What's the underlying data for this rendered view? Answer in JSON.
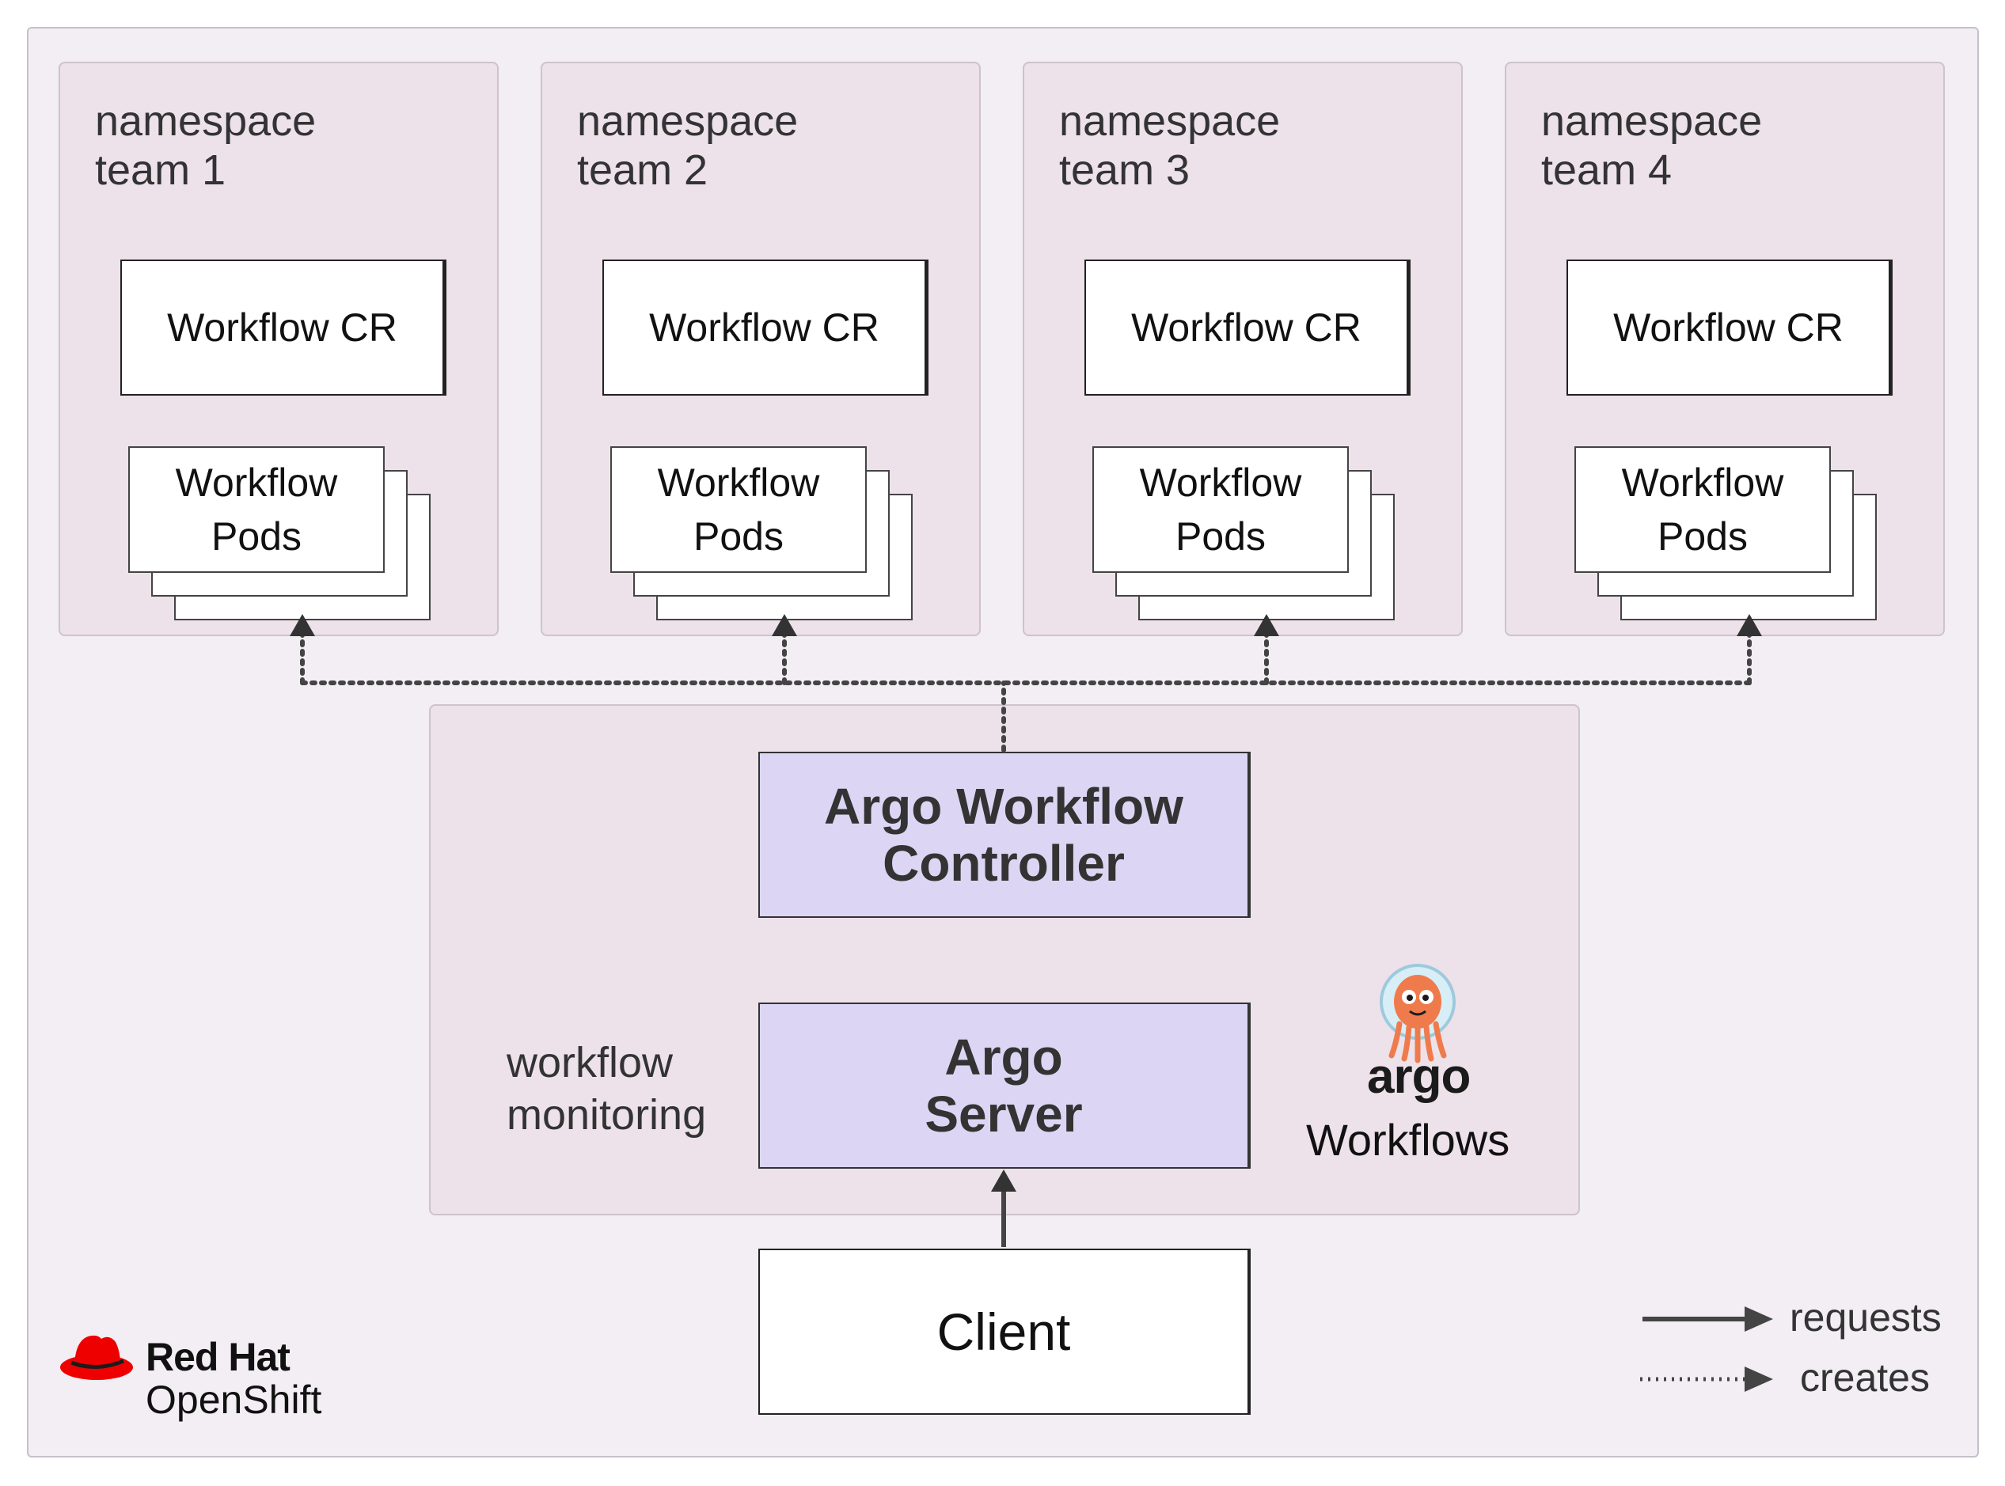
{
  "namespaces": [
    {
      "title_line1": "namespace",
      "title_line2": "team 1",
      "workflow_cr": "Workflow CR",
      "pods_line1": "Workflow",
      "pods_line2": "Pods"
    },
    {
      "title_line1": "namespace",
      "title_line2": "team 2",
      "workflow_cr": "Workflow CR",
      "pods_line1": "Workflow",
      "pods_line2": "Pods"
    },
    {
      "title_line1": "namespace",
      "title_line2": "team 3",
      "workflow_cr": "Workflow CR",
      "pods_line1": "Workflow",
      "pods_line2": "Pods"
    },
    {
      "title_line1": "namespace",
      "title_line2": "team 4",
      "workflow_cr": "Workflow CR",
      "pods_line1": "Workflow",
      "pods_line2": "Pods"
    }
  ],
  "controller": {
    "line1": "Argo Workflow",
    "line2": "Controller"
  },
  "server": {
    "line1": "Argo",
    "line2": "Server"
  },
  "monitoring": {
    "line1": "workflow",
    "line2": "monitoring"
  },
  "client": {
    "label": "Client"
  },
  "argo_logo": {
    "wordmark": "argo",
    "product": "Workflows",
    "icon": "argo-octopus-icon"
  },
  "redhat_logo": {
    "line1": "Red Hat",
    "line2": "OpenShift",
    "icon": "red-hat-fedora-icon"
  },
  "legend": {
    "requests": "requests",
    "creates": "creates"
  },
  "colors": {
    "background": "#f2eef4",
    "namespace_panel": "#ede2ea",
    "argo_box": "#dcd6f4",
    "arrow": "#444444",
    "redhat_red": "#ee0000",
    "argo_orange": "#ef7b4d"
  }
}
